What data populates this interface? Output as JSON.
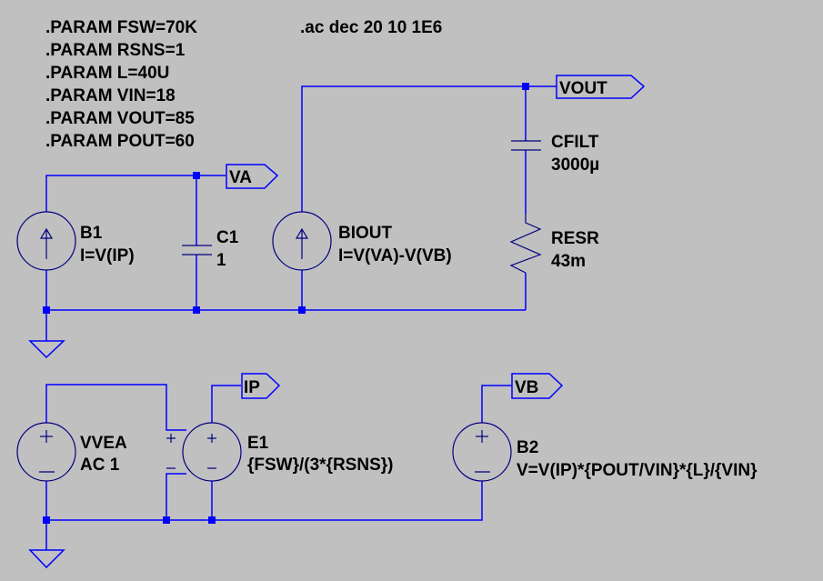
{
  "directives": {
    "params": [
      ".PARAM FSW=70K",
      ".PARAM RSNS=1",
      ".PARAM L=40U",
      ".PARAM VIN=18",
      ".PARAM VOUT=85",
      ".PARAM POUT=60"
    ],
    "analysis": ".ac dec 20 10 1E6"
  },
  "components": {
    "b1": {
      "name": "B1",
      "value": "I=V(IP)"
    },
    "c1": {
      "name": "C1",
      "value": "1"
    },
    "biout": {
      "name": "BIOUT",
      "value": "I=V(VA)-V(VB)"
    },
    "cfilt": {
      "name": "CFILT",
      "value": "3000µ"
    },
    "resr": {
      "name": "RESR",
      "value": "43m"
    },
    "vvea": {
      "name": "VVEA",
      "value": "AC 1"
    },
    "e1": {
      "name": "E1",
      "value": "{FSW}/(3*{RSNS})"
    },
    "b2": {
      "name": "B2",
      "value": "V=V(IP)*{POUT/VIN}*{L}/{VIN}"
    }
  },
  "nets": {
    "va": "VA",
    "vout": "VOUT",
    "ip": "IP",
    "vb": "VB"
  },
  "colors": {
    "background": "#c0c0c0",
    "wire": "#0000ff",
    "symbol": "#000080",
    "text": "#000000"
  }
}
